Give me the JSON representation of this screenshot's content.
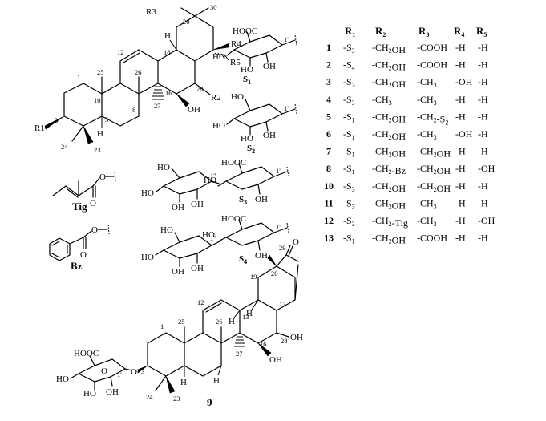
{
  "structures": {
    "main": {
      "substituent_labels": [
        "R1",
        "R2",
        "R3",
        "R4",
        "R5"
      ],
      "atom_numbers": [
        "1",
        "3",
        "5",
        "8",
        "10",
        "12",
        "16",
        "18",
        "20",
        "23",
        "24",
        "25",
        "26",
        "27",
        "28",
        "30"
      ],
      "hydroxyl": "OH",
      "hydrogens": [
        "H",
        "H"
      ]
    },
    "sugars": {
      "S1": {
        "name": "S1",
        "groups": [
          "HOOC",
          "HO",
          "HO",
          "OH"
        ],
        "prime": "1''"
      },
      "S2": {
        "name": "S2",
        "groups": [
          "HO",
          "HO",
          "HO",
          "OH"
        ],
        "prime": "1''"
      },
      "S3": {
        "name": "S3",
        "groups": [
          "HOOC",
          "HO",
          "HO",
          "HO",
          "OH",
          "OH",
          "OH"
        ],
        "primes": [
          "1''",
          "1'"
        ]
      },
      "S4": {
        "name": "S4",
        "groups": [
          "HOOC",
          "HO",
          "HO",
          "HO",
          "OH",
          "OH",
          "OH"
        ],
        "primes": [
          "1''",
          "1'"
        ]
      }
    },
    "tig": {
      "name": "Tig",
      "atoms": [
        "O",
        "O"
      ]
    },
    "bz": {
      "name": "Bz",
      "atoms": [
        "O",
        "O"
      ]
    },
    "compound9": {
      "label": "9",
      "atom_numbers": [
        "1",
        "3",
        "12",
        "13",
        "16",
        "17",
        "19",
        "20",
        "23",
        "24",
        "25",
        "26",
        "27",
        "28",
        "29",
        "1'"
      ],
      "groups": [
        "HOOC",
        "HO",
        "HO",
        "OH",
        "O",
        "O",
        "O",
        "OH",
        "OH"
      ],
      "hydrogens": [
        "H",
        "H",
        "H",
        "H"
      ]
    }
  },
  "table": {
    "headers": [
      "R1",
      "R2",
      "R3",
      "R4",
      "R5"
    ],
    "rows": [
      {
        "id": "1",
        "R1": "-S3",
        "R2": "-CH2OH",
        "R3": "-COOH",
        "R4": "-H",
        "R5": "-H"
      },
      {
        "id": "2",
        "R1": "-S4",
        "R2": "-CH2OH",
        "R3": "-COOH",
        "R4": "-H",
        "R5": "-H"
      },
      {
        "id": "3",
        "R1": "-S3",
        "R2": "-CH2OH",
        "R3": "-CH3",
        "R4": "-OH",
        "R5": "-H"
      },
      {
        "id": "4",
        "R1": "-S3",
        "R2": "-CH3",
        "R3": "-CH3",
        "R4": "-H",
        "R5": "-H"
      },
      {
        "id": "5",
        "R1": "-S1",
        "R2": "-CH2OH",
        "R3": "-CH2-S2",
        "R4": "-H",
        "R5": "-H"
      },
      {
        "id": "6",
        "R1": "-S1",
        "R2": "-CH2OH",
        "R3": "-CH3",
        "R4": "-OH",
        "R5": "-H"
      },
      {
        "id": "7",
        "R1": "-S1",
        "R2": "-CH2OH",
        "R3": "-CH2OH",
        "R4": "-H",
        "R5": "-H"
      },
      {
        "id": "8",
        "R1": "-S1",
        "R2": "-CH2-Bz",
        "R3": "-CH2OH",
        "R4": "-H",
        "R5": "-OH"
      },
      {
        "id": "10",
        "R1": "-S3",
        "R2": "-CH2OH",
        "R3": "-CH2OH",
        "R4": "-H",
        "R5": "-H"
      },
      {
        "id": "11",
        "R1": "-S3",
        "R2": "-CH2OH",
        "R3": "-CH3",
        "R4": "-H",
        "R5": "-H"
      },
      {
        "id": "12",
        "R1": "-S3",
        "R2": "-CH2-Tig",
        "R3": "-CH3",
        "R4": "-H",
        "R5": "-OH"
      },
      {
        "id": "13",
        "R1": "-S1",
        "R2": "-CH2OH",
        "R3": "-COOH",
        "R4": "-H",
        "R5": "-H"
      }
    ]
  }
}
